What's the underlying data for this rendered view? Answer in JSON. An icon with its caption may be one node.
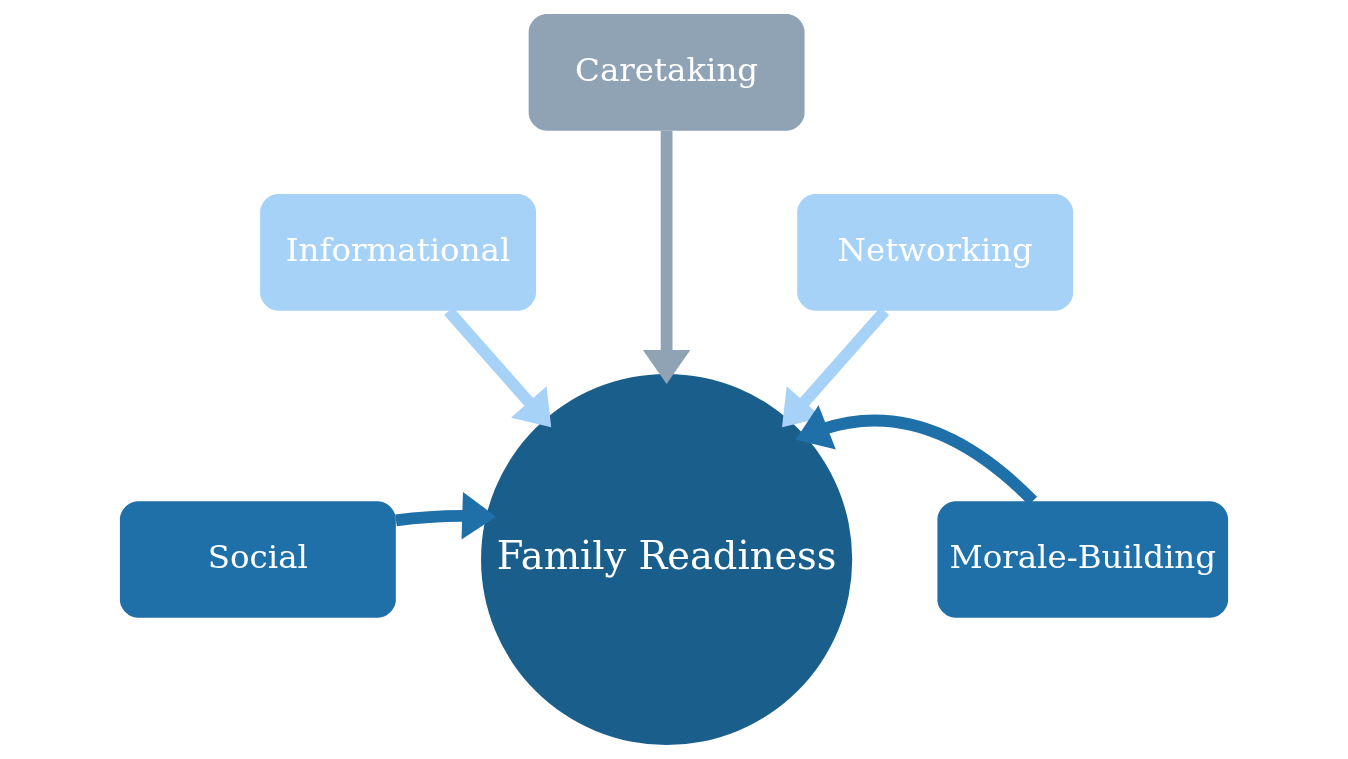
{
  "diagram": {
    "nodes": [
      {
        "text": [
          "Caretaking"
        ]
      },
      {
        "text": [
          "Informational"
        ]
      },
      {
        "text": [
          "Networking"
        ]
      },
      {
        "text": [
          "Social"
        ]
      },
      {
        "text": [
          "Morale-Building"
        ]
      },
      {
        "text": [
          "Family Readiness"
        ]
      }
    ],
    "edges": [
      {
        "from": 0,
        "to": 5,
        "arrow": "to",
        "color": "#8fa3b5"
      },
      {
        "from": 1,
        "to": 5,
        "arrow": "to",
        "color": "#a7d2f8"
      },
      {
        "from": 2,
        "to": 5,
        "arrow": "to",
        "color": "#a7d2f8"
      },
      {
        "from": 3,
        "to": 5,
        "arrow": "to",
        "color": "#1f6fa9"
      },
      {
        "from": 4,
        "to": 5,
        "arrow": "to",
        "color": "#1f6fa9"
      }
    ]
  }
}
